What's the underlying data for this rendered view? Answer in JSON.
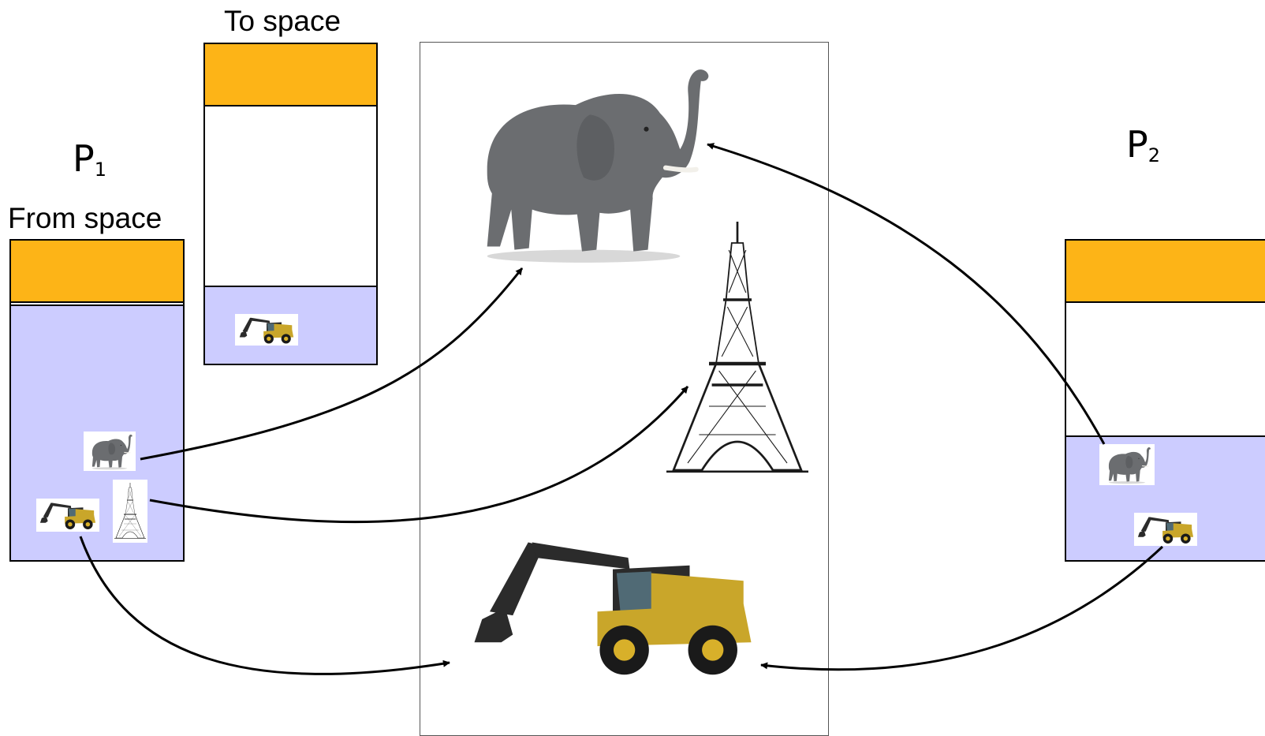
{
  "labels": {
    "to_space": "To space",
    "from_space": "From space",
    "p1_letter": "P",
    "p1_sub": "1",
    "p2_letter": "P",
    "p2_sub": "2"
  },
  "colors": {
    "header": "#FDB417",
    "allocated": "#CCCCFF",
    "free": "#FFFFFF",
    "outline": "#000000",
    "arrow": "#000000",
    "elephant": "#6B6D70",
    "tower": "#1A1A1A",
    "excavator_body": "#C9A62A",
    "excavator_dark": "#2B2B2B"
  },
  "objects": {
    "elephant_icon": "elephant-icon",
    "tower_icon": "eiffel-tower-icon",
    "excavator_icon": "excavator-icon"
  }
}
